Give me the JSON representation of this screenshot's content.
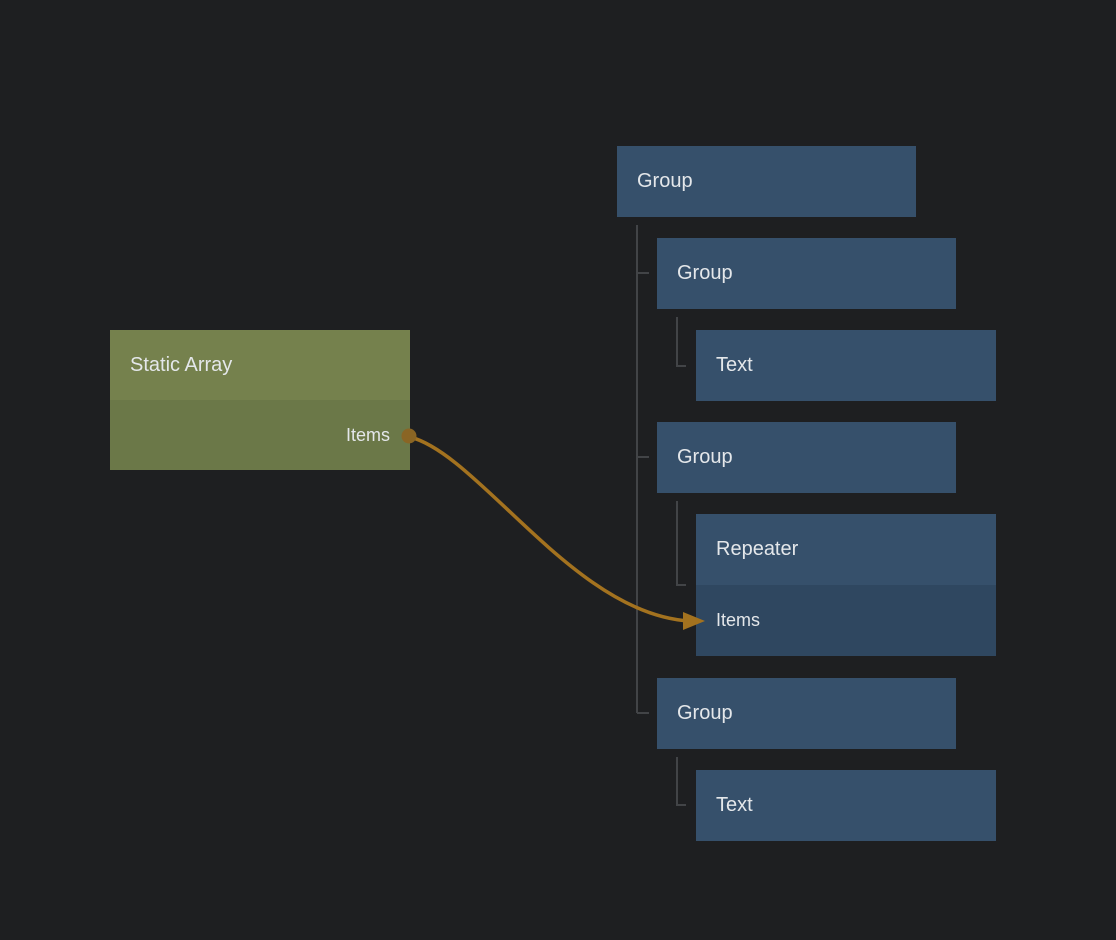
{
  "colors": {
    "canvas_bg": "#1e1f21",
    "node_blue": "#36506b",
    "node_blue_body": "#2f4760",
    "node_green": "#75814d",
    "node_green_body": "#6b7848",
    "wire": "#a3721f",
    "port_dot": "#8a6524",
    "tree_line": "#424447",
    "text": "#e4e7ea"
  },
  "nodes": {
    "static_array": {
      "title": "Static Array",
      "output_port": "Items"
    },
    "group_root": {
      "title": "Group"
    },
    "group_1": {
      "title": "Group"
    },
    "text_1": {
      "title": "Text"
    },
    "group_2": {
      "title": "Group"
    },
    "repeater": {
      "title": "Repeater",
      "input_port": "Items"
    },
    "group_3": {
      "title": "Group"
    },
    "text_2": {
      "title": "Text"
    }
  }
}
